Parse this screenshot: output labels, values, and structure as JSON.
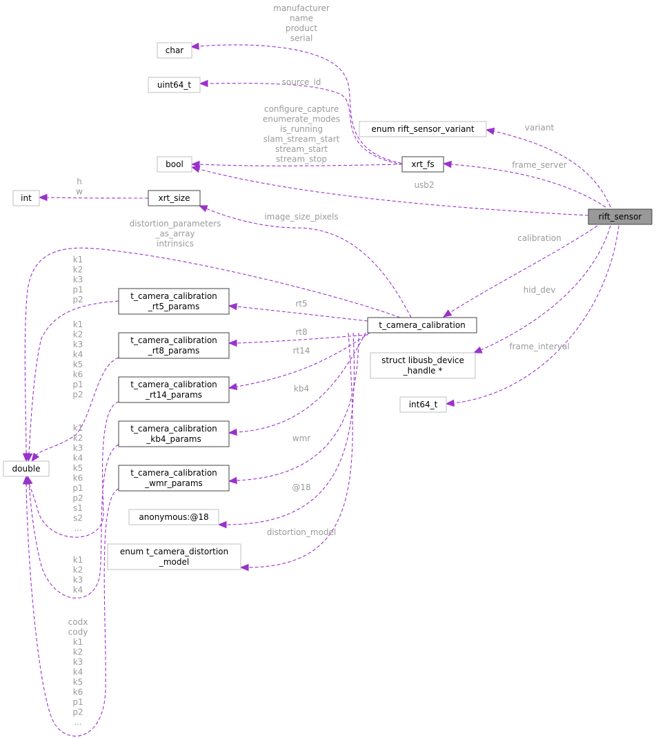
{
  "nodes": [
    {
      "id": "rift_sensor",
      "lines": [
        "rift_sensor"
      ],
      "style": "focus"
    },
    {
      "id": "char",
      "lines": [
        "char"
      ],
      "style": "light"
    },
    {
      "id": "uint64_t",
      "lines": [
        "uint64_t"
      ],
      "style": "light"
    },
    {
      "id": "enum_variant",
      "lines": [
        "enum rift_sensor_variant"
      ],
      "style": "light"
    },
    {
      "id": "bool",
      "lines": [
        "bool"
      ],
      "style": "light"
    },
    {
      "id": "xrt_fs",
      "lines": [
        "xrt_fs"
      ],
      "style": "dark"
    },
    {
      "id": "int",
      "lines": [
        "int"
      ],
      "style": "light"
    },
    {
      "id": "xrt_size",
      "lines": [
        "xrt_size"
      ],
      "style": "dark"
    },
    {
      "id": "t_camera_calibration",
      "lines": [
        "t_camera_calibration"
      ],
      "style": "dark"
    },
    {
      "id": "libusb",
      "lines": [
        "struct libusb_device",
        "_handle *"
      ],
      "style": "light"
    },
    {
      "id": "int64_t",
      "lines": [
        "int64_t"
      ],
      "style": "light"
    },
    {
      "id": "rt5",
      "lines": [
        "t_camera_calibration",
        "_rt5_params"
      ],
      "style": "dark"
    },
    {
      "id": "rt8",
      "lines": [
        "t_camera_calibration",
        "_rt8_params"
      ],
      "style": "dark"
    },
    {
      "id": "rt14",
      "lines": [
        "t_camera_calibration",
        "_rt14_params"
      ],
      "style": "dark"
    },
    {
      "id": "kb4",
      "lines": [
        "t_camera_calibration",
        "_kb4_params"
      ],
      "style": "dark"
    },
    {
      "id": "wmr",
      "lines": [
        "t_camera_calibration",
        "_wmr_params"
      ],
      "style": "dark"
    },
    {
      "id": "anon18",
      "lines": [
        "anonymous:@18"
      ],
      "style": "light"
    },
    {
      "id": "enum_distortion",
      "lines": [
        "enum t_camera_distortion",
        "_model"
      ],
      "style": "light"
    },
    {
      "id": "double",
      "lines": [
        "double"
      ],
      "style": "light"
    }
  ],
  "edges": [
    {
      "id": "variant",
      "lines": [
        "variant"
      ]
    },
    {
      "id": "frame_server",
      "lines": [
        "frame_server"
      ]
    },
    {
      "id": "usb2",
      "lines": [
        "usb2"
      ]
    },
    {
      "id": "calibration",
      "lines": [
        "calibration"
      ]
    },
    {
      "id": "hid_dev",
      "lines": [
        "hid_dev"
      ]
    },
    {
      "id": "frame_interval",
      "lines": [
        "frame_interval"
      ]
    },
    {
      "id": "fs_char",
      "lines": [
        "manufacturer",
        "name",
        "product",
        "serial"
      ]
    },
    {
      "id": "fs_uint64",
      "lines": [
        "source_id"
      ]
    },
    {
      "id": "fs_bool",
      "lines": [
        "configure_capture",
        "enumerate_modes",
        "is_running",
        "slam_stream_start",
        "stream_start",
        "stream_stop"
      ]
    },
    {
      "id": "size_int",
      "lines": [
        "h",
        "w"
      ]
    },
    {
      "id": "image_size_pixels",
      "lines": [
        "image_size_pixels"
      ]
    },
    {
      "id": "calib_double",
      "lines": [
        "distortion_parameters",
        "_as_array",
        "intrinsics"
      ]
    },
    {
      "id": "rt5",
      "lines": [
        "rt5"
      ]
    },
    {
      "id": "rt8",
      "lines": [
        "rt8"
      ]
    },
    {
      "id": "rt14",
      "lines": [
        "rt14"
      ]
    },
    {
      "id": "kb4",
      "lines": [
        "kb4"
      ]
    },
    {
      "id": "wmr",
      "lines": [
        "wmr"
      ]
    },
    {
      "id": "at18",
      "lines": [
        "@18"
      ]
    },
    {
      "id": "distortion_model",
      "lines": [
        "distortion_model"
      ]
    },
    {
      "id": "rt5_double",
      "lines": [
        "k1",
        "k2",
        "k3",
        "p1",
        "p2"
      ]
    },
    {
      "id": "rt8_double",
      "lines": [
        "k1",
        "k2",
        "k3",
        "k4",
        "k5",
        "k6",
        "p1",
        "p2"
      ]
    },
    {
      "id": "rt14_double",
      "lines": [
        "k1",
        "k2",
        "k3",
        "k4",
        "k5",
        "k6",
        "p1",
        "p2",
        "s1",
        "s2",
        "..."
      ]
    },
    {
      "id": "kb4_double",
      "lines": [
        "k1",
        "k2",
        "k3",
        "k4"
      ]
    },
    {
      "id": "wmr_double",
      "lines": [
        "codx",
        "cody",
        "k1",
        "k2",
        "k3",
        "k4",
        "k5",
        "k6",
        "p1",
        "p2",
        "..."
      ]
    }
  ],
  "colors": {
    "edge": "#9a32cd",
    "edge_label": "#9a9a9a",
    "focus_fill": "#999999",
    "dark_border": "#404040",
    "light_border": "#bfbfbf",
    "node_text": "#000000"
  }
}
